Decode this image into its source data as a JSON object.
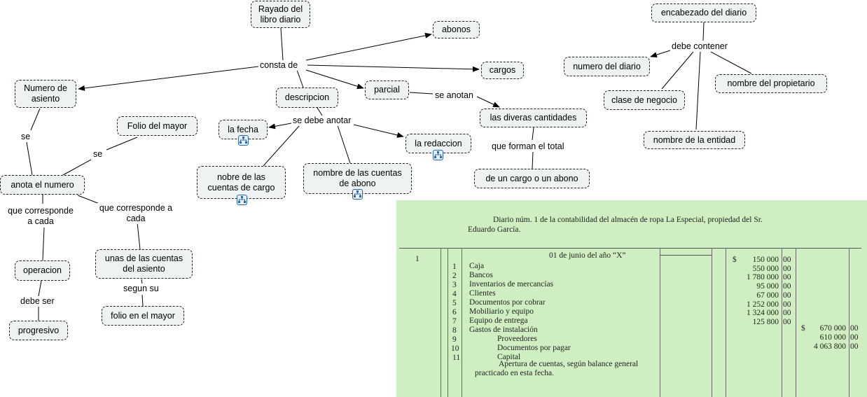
{
  "concept_map": {
    "nodes": {
      "rayado": "Rayado del libro diario",
      "abonos": "abonos",
      "cargos": "cargos",
      "numero_asiento": "Numero de asiento",
      "descripcion": "descripcion",
      "parcial": "parcial",
      "folio_mayor": "Folio del mayor",
      "la_fecha": "la fecha",
      "la_redaccion": "la redaccion",
      "diversas_cantidades": "las diveras cantidades",
      "anota_numero": "anota el numero",
      "cuentas_cargo": "nobre de las cuentas de cargo",
      "cuentas_abono": "nombre de las cuentas de abono",
      "cargo_o_abono": "de un cargo o un abono",
      "operacion": "operacion",
      "unas_cuentas": "unas de las cuentas del asiento",
      "progresivo": "progresivo",
      "folio_en_mayor": "folio en el mayor",
      "encabezado": "encabezado del diario",
      "numero_diario": "numero del diario",
      "clase_negocio": "clase de negocio",
      "nombre_propietario": "nombre del propietario",
      "nombre_entidad": "nombre de la entidad"
    },
    "links": {
      "consta_de": "consta de",
      "se_1": "se",
      "se_2": "se",
      "se_debe_anotar": "se debe anotar",
      "se_anotan": "se anotan",
      "que_forman": "que forman el total",
      "que_corresponde_1": "que corresponde a cada",
      "que_corresponde_2": "que corresponde a cada",
      "debe_ser": "debe ser",
      "segun_su": "segun su",
      "debe_contener": "debe contener"
    }
  },
  "ledger": {
    "title_line1": "Diario núm. 1 de la contabilidad del almacén de ropa La Especial, propiedad del Sr.",
    "title_line2": "Eduardo García.",
    "entry_number": "1",
    "date": "01 de junio del año “X”",
    "rows": [
      {
        "folio": "1",
        "account": "Caja",
        "debit_dollar": "$",
        "debit": "150 000",
        "cents": "00"
      },
      {
        "folio": "2",
        "account": "Bancos",
        "debit": "550 000",
        "cents": "00"
      },
      {
        "folio": "3",
        "account": "Inventarios de mercancías",
        "debit": "1 780 000",
        "cents": "00"
      },
      {
        "folio": "4",
        "account": "Clientes",
        "debit": "95 000",
        "cents": "00"
      },
      {
        "folio": "5",
        "account": "Documentos por cobrar",
        "debit": "67 000",
        "cents": "00"
      },
      {
        "folio": "6",
        "account": "Mobiliario y equipo",
        "debit": "1 252 000",
        "cents": "00"
      },
      {
        "folio": "7",
        "account": "Equipo de entrega",
        "debit": "1 324 000",
        "cents": "00"
      },
      {
        "folio": "8",
        "account": "Gastos de instalación",
        "debit": "125 800",
        "cents": "00"
      },
      {
        "folio": "9",
        "account": "Proveedores",
        "credit_dollar": "$",
        "credit": "670 000",
        "cents": "00"
      },
      {
        "folio": "10",
        "account": "Documentos por pagar",
        "credit": "610 000",
        "cents": "00"
      },
      {
        "folio": "11",
        "account": "Capital",
        "credit": "4 063 800",
        "cents": "00"
      }
    ],
    "note_line1": "Apertura de cuentas, según balance general",
    "note_line2": "practicado en esta fecha."
  }
}
